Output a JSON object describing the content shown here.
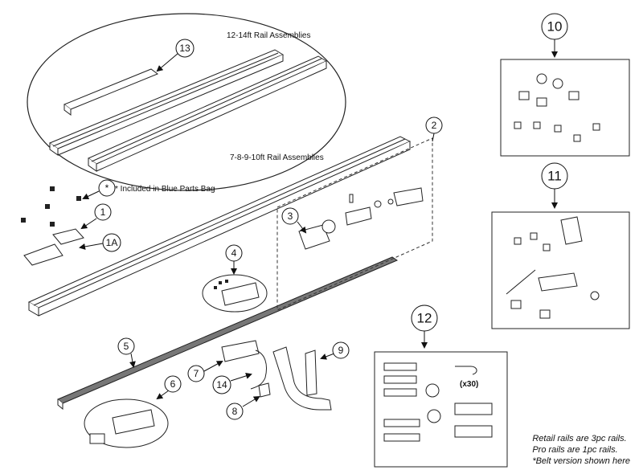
{
  "labels": {
    "rail_12_14": "12-14ft Rail Assemblies",
    "rail_7_10": "7-8-9-10ft Rail Assemblies",
    "included_note": "* Included in Blue Parts Bag",
    "x30": "(x30)",
    "asterisk": "*"
  },
  "callouts": {
    "c1": "1",
    "c1a": "1A",
    "c2": "2",
    "c3": "3",
    "c4": "4",
    "c5": "5",
    "c6": "6",
    "c7": "7",
    "c8": "8",
    "c9": "9",
    "c10": "10",
    "c11": "11",
    "c12": "12",
    "c13": "13",
    "c14": "14"
  },
  "notes": {
    "line1": "Retail rails are 3pc rails.",
    "line2": "Pro rails are 1pc rails.",
    "line3": "*Belt version shown here"
  }
}
